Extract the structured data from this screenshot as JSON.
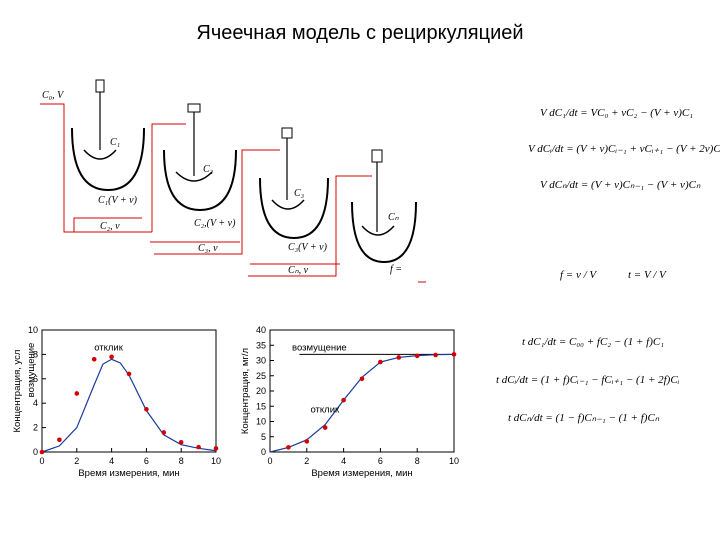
{
  "title": "Ячеечная модель с рециркуляцией",
  "diagram": {
    "feed_label": "C₀, V",
    "cells": [
      {
        "label": "C₁",
        "out": "C₁(V + v)",
        "back": "C₂, v"
      },
      {
        "label": "C₂",
        "out": "C₂,(V + v)",
        "back": "C₃, v"
      },
      {
        "label": "C₃",
        "out": "C₃(V + v)",
        "back": "Cₙ, v"
      },
      {
        "label": "Cₙ",
        "out": "f =",
        "back": ""
      }
    ],
    "f_defs": [
      "f = v / V",
      "t = V / V"
    ]
  },
  "equations": {
    "top": [
      "V dC₁/dt = VC₀ + vC₂ − (V + v)C₁",
      "V dCᵢ/dt = (V + v)Cᵢ₋₁ + vCᵢ₊₁ − (V + 2v)Cᵢ",
      "V dCₙ/dt = (V + v)Cₙ₋₁ − (V + v)Cₙ"
    ],
    "bottom": [
      "t dC₁/dt = C₀₀ + fC₂ − (1 + f)C₁",
      "t dCᵢ/dt = (1 + f)Cᵢ₋₁ − fCᵢ₊₁ − (1 + 2f)Cᵢ",
      "t dCₙ/dt = (1 − f)Cₙ₋₁ − (1 + f)Cₙ"
    ]
  },
  "chart_data": [
    {
      "type": "line",
      "title": "",
      "xlabel": "Время измерения, мин",
      "ylabel": "Концентрация, усл",
      "series_label_y": "возмущение",
      "xlim": [
        0,
        10
      ],
      "ylim": [
        0,
        10
      ],
      "xticks": [
        0,
        2,
        4,
        6,
        8,
        10
      ],
      "yticks": [
        0,
        2,
        4,
        6,
        8,
        10
      ],
      "annotation": "отклик",
      "curve": [
        [
          0,
          0
        ],
        [
          1,
          0.5
        ],
        [
          2,
          2
        ],
        [
          3,
          5.5
        ],
        [
          3.5,
          7.2
        ],
        [
          4,
          7.6
        ],
        [
          4.5,
          7.3
        ],
        [
          5,
          6.3
        ],
        [
          6,
          3.4
        ],
        [
          7,
          1.4
        ],
        [
          8,
          0.6
        ],
        [
          9,
          0.3
        ],
        [
          10,
          0.1
        ]
      ],
      "points": [
        [
          0,
          0
        ],
        [
          1,
          1
        ],
        [
          2,
          4.8
        ],
        [
          3,
          7.6
        ],
        [
          4,
          7.8
        ],
        [
          5,
          6.4
        ],
        [
          6,
          3.5
        ],
        [
          7,
          1.6
        ],
        [
          8,
          0.8
        ],
        [
          9,
          0.4
        ],
        [
          10,
          0.3
        ]
      ]
    },
    {
      "type": "line",
      "title": "",
      "xlabel": "Время измерения, мин",
      "ylabel": "Концентрация, мг/л",
      "xlim": [
        0,
        10
      ],
      "ylim": [
        0,
        40
      ],
      "xticks": [
        0,
        2,
        4,
        6,
        8,
        10
      ],
      "yticks": [
        0,
        5,
        10,
        15,
        20,
        25,
        30,
        35,
        40
      ],
      "step_label": "возмущение",
      "step_level": 32,
      "annotation": "отклик",
      "curve": [
        [
          0,
          0
        ],
        [
          1,
          1.5
        ],
        [
          2,
          4
        ],
        [
          3,
          9
        ],
        [
          4,
          17
        ],
        [
          5,
          24.5
        ],
        [
          6,
          29.5
        ],
        [
          7,
          31
        ],
        [
          8,
          31.6
        ],
        [
          9,
          31.9
        ],
        [
          10,
          32
        ]
      ],
      "points": [
        [
          1,
          1.5
        ],
        [
          2,
          3.5
        ],
        [
          3,
          8
        ],
        [
          4,
          17
        ],
        [
          5,
          24
        ],
        [
          6,
          29.5
        ],
        [
          7,
          31
        ],
        [
          8,
          31.5
        ],
        [
          9,
          31.8
        ],
        [
          10,
          32
        ]
      ]
    }
  ]
}
